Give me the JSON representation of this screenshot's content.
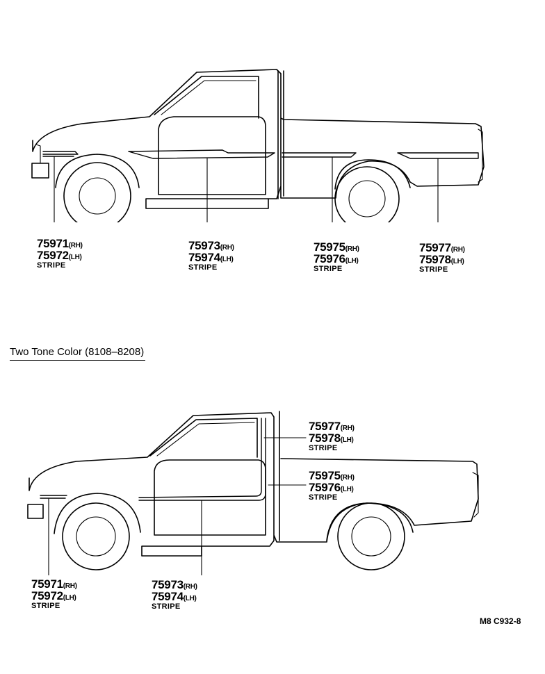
{
  "top_diagram": {
    "callouts": [
      {
        "rh": "75971",
        "lh": "75972",
        "rh_tag": "(RH)",
        "lh_tag": "(LH)",
        "label": "STRIPE"
      },
      {
        "rh": "75973",
        "lh": "75974",
        "rh_tag": "(RH)",
        "lh_tag": "(LH)",
        "label": "STRIPE"
      },
      {
        "rh": "75975",
        "lh": "75976",
        "rh_tag": "(RH)",
        "lh_tag": "(LH)",
        "label": "STRIPE"
      },
      {
        "rh": "75977",
        "lh": "75978",
        "rh_tag": "(RH)",
        "lh_tag": "(LH)",
        "label": "STRIPE"
      }
    ]
  },
  "section_title": "Two Tone Color (8108–8208)",
  "bottom_diagram": {
    "callouts": [
      {
        "rh": "75977",
        "lh": "75978",
        "rh_tag": "(RH)",
        "lh_tag": "(LH)",
        "label": "STRIPE"
      },
      {
        "rh": "75975",
        "lh": "75976",
        "rh_tag": "(RH)",
        "lh_tag": "(LH)",
        "label": "STRIPE"
      },
      {
        "rh": "75971",
        "lh": "75972",
        "rh_tag": "(RH)",
        "lh_tag": "(LH)",
        "label": "STRIPE"
      },
      {
        "rh": "75973",
        "lh": "75974",
        "rh_tag": "(RH)",
        "lh_tag": "(LH)",
        "label": "STRIPE"
      }
    ]
  },
  "figure_code": "M8  C932-8"
}
